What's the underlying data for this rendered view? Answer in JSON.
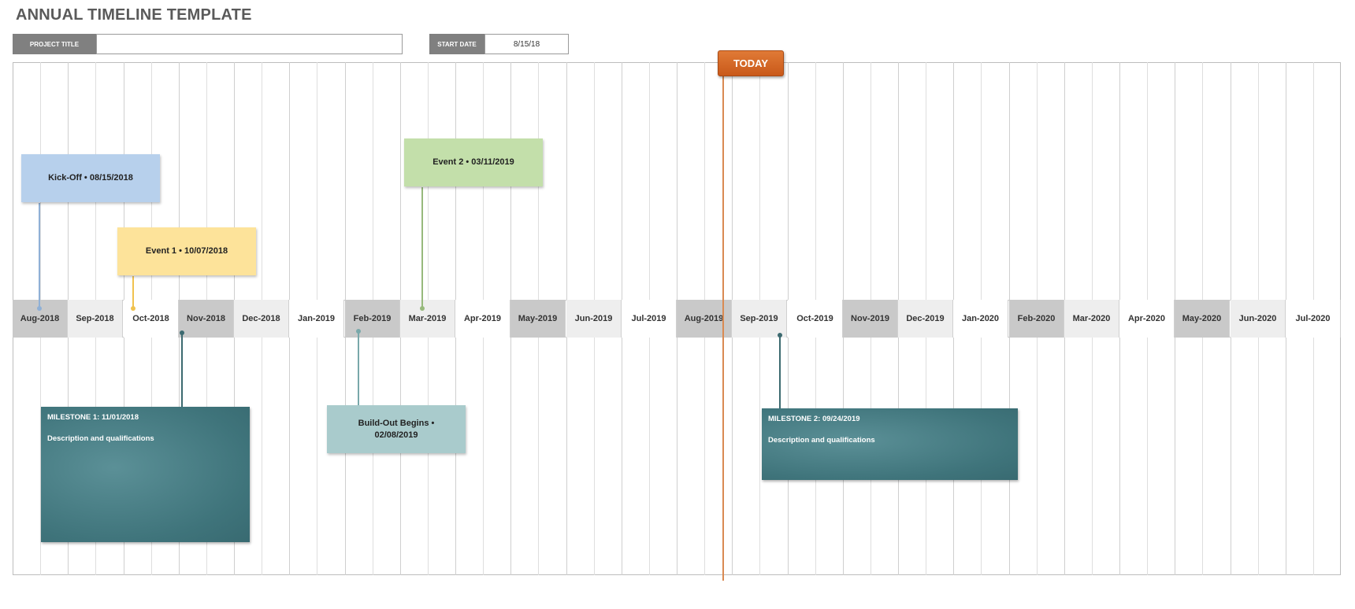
{
  "header": {
    "title": "ANNUAL TIMELINE TEMPLATE",
    "project_title_label": "PROJECT TITLE",
    "project_title_value": "",
    "start_date_label": "START DATE",
    "start_date_value": "8/15/18"
  },
  "months": [
    {
      "label": "Aug-2018",
      "shade": "dark"
    },
    {
      "label": "Sep-2018",
      "shade": "light"
    },
    {
      "label": "Oct-2018",
      "shade": "white"
    },
    {
      "label": "Nov-2018",
      "shade": "dark"
    },
    {
      "label": "Dec-2018",
      "shade": "light"
    },
    {
      "label": "Jan-2019",
      "shade": "white"
    },
    {
      "label": "Feb-2019",
      "shade": "dark"
    },
    {
      "label": "Mar-2019",
      "shade": "light"
    },
    {
      "label": "Apr-2019",
      "shade": "white"
    },
    {
      "label": "May-2019",
      "shade": "dark"
    },
    {
      "label": "Jun-2019",
      "shade": "light"
    },
    {
      "label": "Jul-2019",
      "shade": "white"
    },
    {
      "label": "Aug-2019",
      "shade": "dark"
    },
    {
      "label": "Sep-2019",
      "shade": "light"
    },
    {
      "label": "Oct-2019",
      "shade": "white"
    },
    {
      "label": "Nov-2019",
      "shade": "dark"
    },
    {
      "label": "Dec-2019",
      "shade": "light"
    },
    {
      "label": "Jan-2020",
      "shade": "white"
    },
    {
      "label": "Feb-2020",
      "shade": "dark"
    },
    {
      "label": "Mar-2020",
      "shade": "light"
    },
    {
      "label": "Apr-2020",
      "shade": "white"
    },
    {
      "label": "May-2020",
      "shade": "dark"
    },
    {
      "label": "Jun-2020",
      "shade": "light"
    },
    {
      "label": "Jul-2020",
      "shade": "white"
    }
  ],
  "events": {
    "kickoff": {
      "label": "Kick-Off • 08/15/2018",
      "color": "#b7d0ec",
      "line_color": "#8fb0d6"
    },
    "event1": {
      "label": "Event 1 • 10/07/2018",
      "color": "#fde39a",
      "line_color": "#f0c24f"
    },
    "event2": {
      "label": "Event 2 • 03/11/2019",
      "color": "#c3dfaa",
      "line_color": "#97b97c"
    },
    "buildout": {
      "label": "Build-Out Begins • 02/08/2019",
      "color": "#a9cbcc",
      "line_color": "#79a8aa"
    }
  },
  "milestones": {
    "m1": {
      "title": "MILESTONE 1: 11/01/2018",
      "description": "Description and qualifications",
      "line_color": "#3c6a70"
    },
    "m2": {
      "title": "MILESTONE 2: 09/24/2019",
      "description": "Description and qualifications",
      "line_color": "#3c6a70"
    }
  },
  "today": {
    "label": "TODAY",
    "color": "#d4682a"
  }
}
